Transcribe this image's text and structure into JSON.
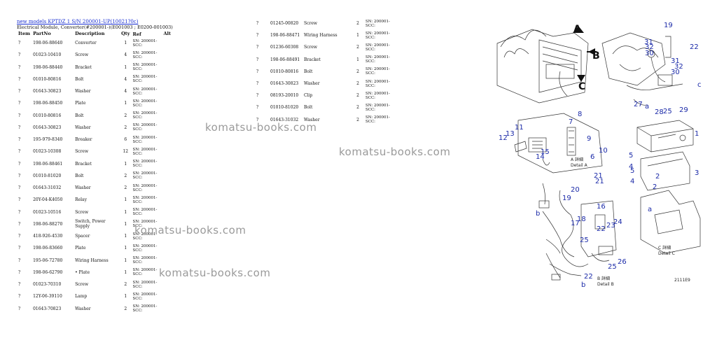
{
  "header": {
    "link_text": "new models KPTDZ 1 S/N 200001-UP(10021?0c)",
    "subtitle": "Electrical Module, Converter(#200001-)(E001003 ; E0200-001003)"
  },
  "table_headers": {
    "item": "Item",
    "part_no": "PartNo",
    "description": "Description",
    "qty": "Qty",
    "ref": "Ref",
    "alt": "Alt"
  },
  "left_rows": [
    {
      "item": "?",
      "pn": "198-06-88640",
      "desc": "Converter",
      "qty": "1",
      "ref": "SN: 200001-SCC:"
    },
    {
      "item": "?",
      "pn": "01023-10410",
      "desc": "Screw",
      "qty": "4",
      "ref": "SN: 200001-SCC:"
    },
    {
      "item": "?",
      "pn": "198-06-88440",
      "desc": "Bracket",
      "qty": "1",
      "ref": "SN: 200001-SCC:"
    },
    {
      "item": "?",
      "pn": "01010-80816",
      "desc": "Bolt",
      "qty": "4",
      "ref": "SN: 200001-SCC:"
    },
    {
      "item": "?",
      "pn": "01643-30823",
      "desc": "Washer",
      "qty": "4",
      "ref": "SN: 200001-SCC:"
    },
    {
      "item": "?",
      "pn": "198-06-88450",
      "desc": "Plate",
      "qty": "1",
      "ref": "SN: 200001-SCC:"
    },
    {
      "item": "?",
      "pn": "01010-80816",
      "desc": "Bolt",
      "qty": "2",
      "ref": "SN: 200001-SCC:"
    },
    {
      "item": "?",
      "pn": "01643-30823",
      "desc": "Washer",
      "qty": "2",
      "ref": "SN: 200001-SCC:"
    },
    {
      "item": "?",
      "pn": "195-979-8340",
      "desc": "Breaker",
      "qty": "6",
      "ref": "SN: 200001-SCC:"
    },
    {
      "item": "?",
      "pn": "01023-10308",
      "desc": "Screw",
      "qty": "12",
      "ref": "SN: 200001-SCC:"
    },
    {
      "item": "?",
      "pn": "198-06-88461",
      "desc": "Bracket",
      "qty": "1",
      "ref": "SN: 200001-SCC:"
    },
    {
      "item": "?",
      "pn": "01010-81020",
      "desc": "Bolt",
      "qty": "2",
      "ref": "SN: 200001-SCC:"
    },
    {
      "item": "?",
      "pn": "01643-31032",
      "desc": "Washer",
      "qty": "2",
      "ref": "SN: 200001-SCC:"
    },
    {
      "item": "?",
      "pn": "20Y-04-K4050",
      "desc": "Relay",
      "qty": "1",
      "ref": "SN: 200001-SCC:"
    },
    {
      "item": "?",
      "pn": "01023-10516",
      "desc": "Screw",
      "qty": "1",
      "ref": "SN: 200001-SCC:"
    },
    {
      "item": "?",
      "pn": "198-06-88270",
      "desc": "Switch, Power Supply",
      "qty": "1",
      "ref": "SN: 200001-SCC:"
    },
    {
      "item": "?",
      "pn": "418-926-4530",
      "desc": "Spacer",
      "qty": "1",
      "ref": "SN: 200001-SCC:"
    },
    {
      "item": "?",
      "pn": "198-06-83660",
      "desc": "Plate",
      "qty": "1",
      "ref": "SN: 200001-SCC:"
    },
    {
      "item": "?",
      "pn": "195-06-72780",
      "desc": "Wiring Harness",
      "qty": "1",
      "ref": "SN: 200001-SCC:"
    },
    {
      "item": "?",
      "pn": "198-06-62790",
      "desc": "• Plate",
      "qty": "1",
      "ref": "SN: 200001-SCC:"
    },
    {
      "item": "?",
      "pn": "01023-70310",
      "desc": "Screw",
      "qty": "2",
      "ref": "SN: 200001-SCC:"
    },
    {
      "item": "?",
      "pn": "12Y-06-39110",
      "desc": "Lamp",
      "qty": "1",
      "ref": "SN: 200001-SCC:"
    },
    {
      "item": "?",
      "pn": "01643-70823",
      "desc": "Washer",
      "qty": "2",
      "ref": "SN: 200001-SCC:"
    }
  ],
  "right_rows": [
    {
      "item": "?",
      "pn": "01245-00820",
      "desc": "Screw",
      "qty": "2",
      "ref": "SN: 200001-SCC:"
    },
    {
      "item": "?",
      "pn": "198-06-88471",
      "desc": "Wiring Harness",
      "qty": "1",
      "ref": "SN: 200001-SCC:"
    },
    {
      "item": "?",
      "pn": "01236-60308",
      "desc": "Screw",
      "qty": "2",
      "ref": "SN: 200001-SCC:"
    },
    {
      "item": "?",
      "pn": "198-06-88491",
      "desc": "Bracket",
      "qty": "1",
      "ref": "SN: 200001-SCC:"
    },
    {
      "item": "?",
      "pn": "01010-80816",
      "desc": "Bolt",
      "qty": "2",
      "ref": "SN: 200001-SCC:"
    },
    {
      "item": "?",
      "pn": "01643-30823",
      "desc": "Washer",
      "qty": "2",
      "ref": "SN: 200001-SCC:"
    },
    {
      "item": "?",
      "pn": "08193-20010",
      "desc": "Clip",
      "qty": "2",
      "ref": "SN: 200001-SCC:"
    },
    {
      "item": "?",
      "pn": "01010-81020",
      "desc": "Bolt",
      "qty": "2",
      "ref": "SN: 200001-SCC:"
    },
    {
      "item": "?",
      "pn": "01643-31032",
      "desc": "Washer",
      "qty": "2",
      "ref": "SN: 200001-SCC:"
    }
  ],
  "watermarks": [
    "komatsu-books.com",
    "komatsu-books.com",
    "komatsu-books.com",
    "komatsu-books.com"
  ],
  "diagram": {
    "view_labels": [
      "A",
      "B",
      "C"
    ],
    "callouts": [
      "1",
      "2",
      "3",
      "4",
      "5",
      "6",
      "7",
      "8",
      "9",
      "10",
      "11",
      "12",
      "13",
      "14",
      "15",
      "16",
      "17",
      "18",
      "19",
      "20",
      "21",
      "22",
      "23",
      "24",
      "25",
      "26",
      "27",
      "28",
      "29",
      "30",
      "31",
      "32"
    ],
    "detail_labels": [
      "A 詳細",
      "Detail A",
      "B 詳細",
      "Detail B",
      "C 詳細",
      "Detail C"
    ],
    "letters": [
      "a",
      "b",
      "c"
    ],
    "drawing_id": "2111E9"
  }
}
